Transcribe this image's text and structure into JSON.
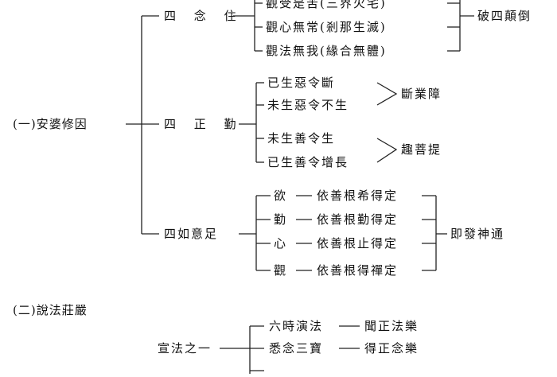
{
  "section1": {
    "heading": "(一)安婆修因",
    "groups": [
      {
        "label": "四 念 住",
        "items": [
          "觀受是苦(三界火宅)",
          "觀心無常(剎那生滅)",
          "觀法無我(緣合無體)"
        ],
        "result": "破四顛倒"
      },
      {
        "label": "四 正 勤",
        "items": [
          "已生惡令斷",
          "未生惡令不生",
          "未生善令生",
          "已生善令增長"
        ],
        "results": [
          "斷業障",
          "趣菩提"
        ]
      },
      {
        "label": "四如意足",
        "items": [
          {
            "head": "欲",
            "body": "依善根希得定"
          },
          {
            "head": "勤",
            "body": "依善根勤得定"
          },
          {
            "head": "心",
            "body": "依善根止得定"
          },
          {
            "head": "觀",
            "body": "依善根得禪定"
          }
        ],
        "result": "即發神通"
      }
    ]
  },
  "section2": {
    "heading": "(二)說法莊嚴",
    "groups": [
      {
        "label": "宣法之一",
        "items": [
          {
            "head": "六時演法",
            "body": "聞正法樂"
          },
          {
            "head": "悉念三寶",
            "body": "得正念樂"
          }
        ]
      }
    ]
  }
}
